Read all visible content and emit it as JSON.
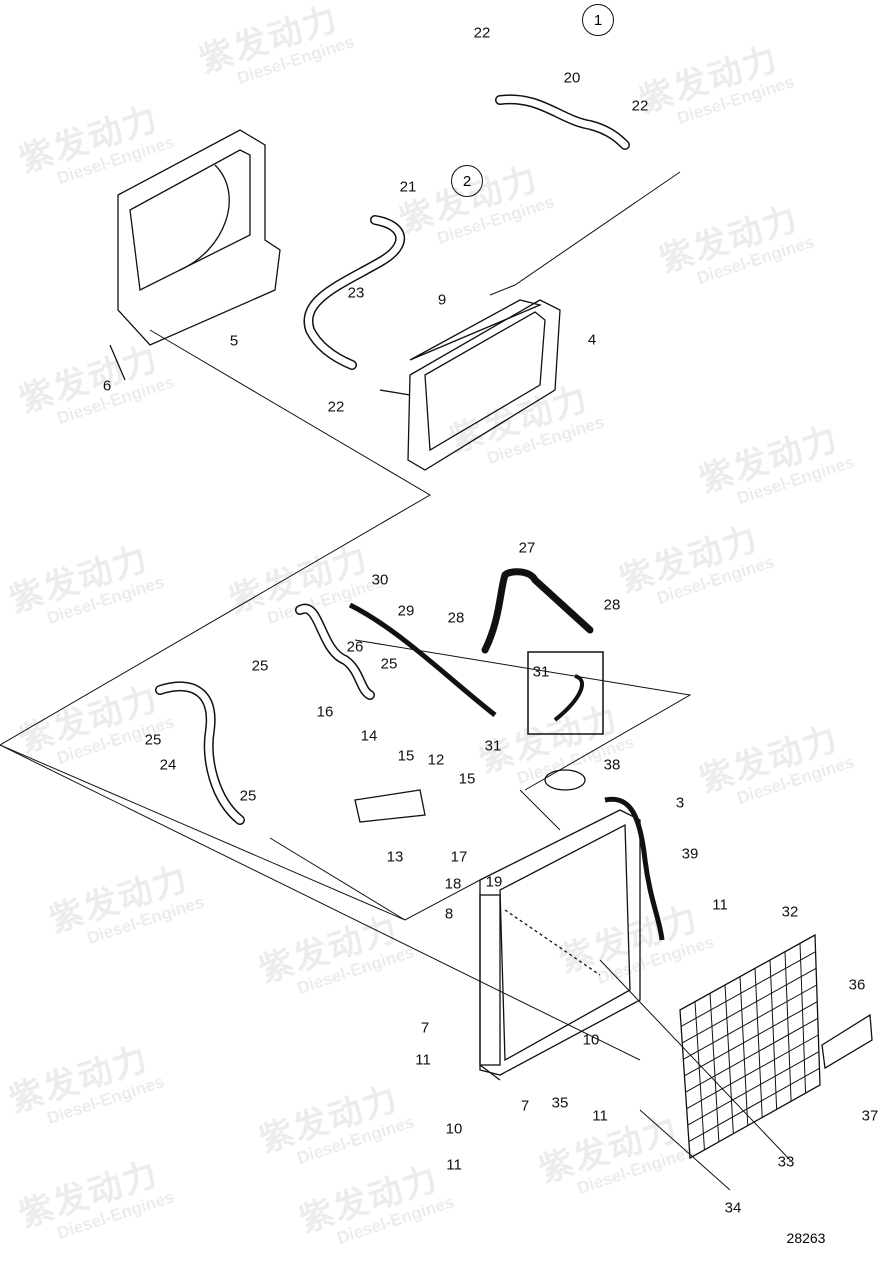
{
  "diagram": {
    "figure_number": "28263",
    "view_markers": [
      "1",
      "2"
    ],
    "watermark": {
      "chinese": "紫发动力",
      "english": "Diesel-Engines"
    },
    "callouts": [
      "22",
      "20",
      "22",
      "21",
      "23",
      "9",
      "4",
      "5",
      "6",
      "22",
      "27",
      "30",
      "29",
      "28",
      "28",
      "25",
      "26",
      "25",
      "31",
      "31",
      "16",
      "14",
      "15",
      "12",
      "15",
      "38",
      "3",
      "39",
      "25",
      "24",
      "25",
      "13",
      "17",
      "18",
      "19",
      "8",
      "11",
      "32",
      "36",
      "7",
      "10",
      "11",
      "7",
      "35",
      "11",
      "10",
      "33",
      "37",
      "34",
      "11"
    ]
  }
}
